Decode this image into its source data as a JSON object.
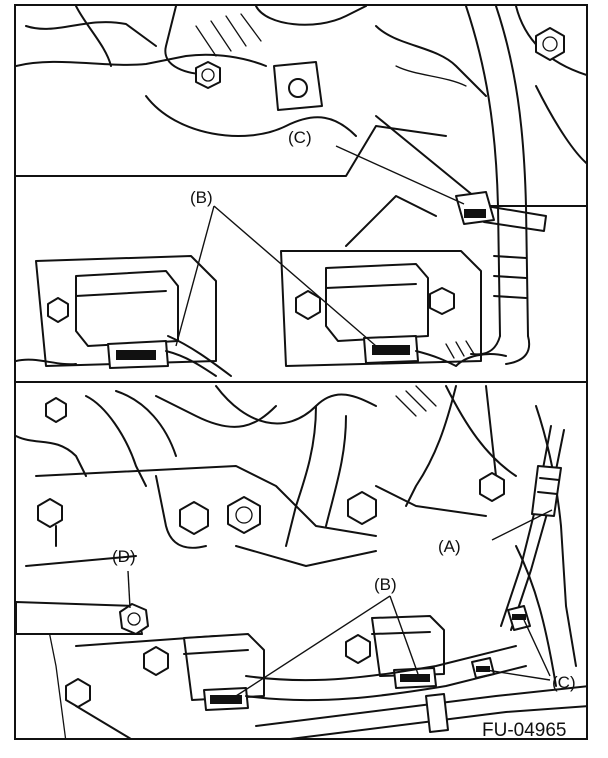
{
  "figure": {
    "code": "FU-04965",
    "callouts": {
      "A": "(A)",
      "B": "(B)",
      "C": "(C)",
      "D": "(D)"
    }
  }
}
